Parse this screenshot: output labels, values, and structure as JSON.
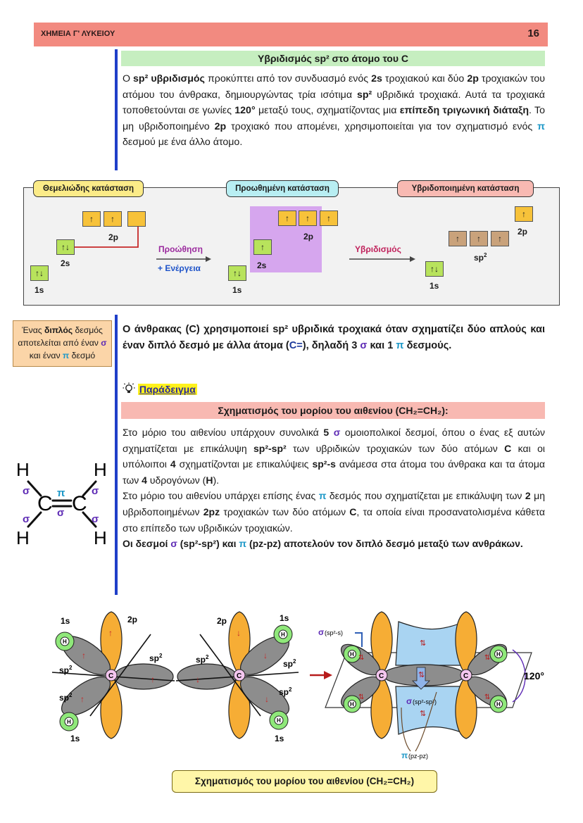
{
  "header": {
    "title": "ΧΗΜΕΙΑ Γ' ΛΥΚΕΙΟΥ",
    "page_number": "16"
  },
  "section": {
    "title": "Υβριδισμός sp² στο άτομο του C",
    "intro": [
      [
        "t",
        "Ο "
      ],
      [
        "b",
        "sp² υβριδισμός"
      ],
      [
        "t",
        " προκύπτει από τον συνδυασμό ενός "
      ],
      [
        "b",
        "2s"
      ],
      [
        "t",
        " τροχιακού και δύο "
      ],
      [
        "b",
        "2p"
      ],
      [
        "t",
        " τροχιακών του ατόμου του άνθρακα, δημιουργώντας τρία ισότιμα "
      ],
      [
        "b",
        "sp²"
      ],
      [
        "t",
        " υβριδικά τροχιακά. Αυτά τα τροχιακά τοποθετούνται σε γωνίες "
      ],
      [
        "b",
        "120°"
      ],
      [
        "t",
        " μεταξύ τους, σχηματίζοντας μια "
      ],
      [
        "b",
        "επίπεδη τριγωνική διάταξη"
      ],
      [
        "t",
        ". Το μη υβριδοποιημένο "
      ],
      [
        "b",
        "2p"
      ],
      [
        "t",
        " τροχιακό που απομένει, χρησιμοποιείται για τον σχηματισμό ενός "
      ],
      [
        "blue",
        "π"
      ],
      [
        "t",
        " δεσμού με ένα άλλο άτομο."
      ]
    ]
  },
  "orbital_diagram": {
    "ground_label": "Θεμελιώδης κατάσταση",
    "excited_label": "Προωθημένη κατάσταση",
    "hybrid_label": "Υβριδοποιημένη κατάσταση",
    "arrow1_top": "Προώθηση",
    "arrow1_bottom": "+ Ενέργεια",
    "arrow2_top": "Υβριδισμός",
    "up": "↑",
    "pair": "↑↓",
    "s1": "1s",
    "s2": "2s",
    "p2": "2p",
    "sp2": "sp",
    "sup2": "2",
    "colors": {
      "yellow": "#f7c23a",
      "green": "#b8e35c",
      "tan": "#c9a27b",
      "violet": "#d6a6ee"
    }
  },
  "sidenote": {
    "t1": "Ένας ",
    "b1": "διπλός",
    "t2": " δεσμός αποτελείται από έναν ",
    "sigma": "σ",
    "t3": " και έναν ",
    "pi": "π",
    "t4": " δεσμό"
  },
  "carbon_para": [
    [
      "b",
      "Ο άνθρακας (C) χρησιμοποιεί sp² υβριδικά τροχιακά όταν σχηματίζει δύο απλούς και έναν διπλό δεσμό με άλλα άτομα ("
    ],
    [
      "sym",
      "C="
    ],
    [
      "b",
      "), δηλαδή 3 "
    ],
    [
      "purp",
      "σ"
    ],
    [
      "b",
      " και 1 "
    ],
    [
      "blue",
      "π"
    ],
    [
      "b",
      " δεσμούς."
    ]
  ],
  "example": {
    "icon": "lightbulb-icon",
    "label": "Παράδειγμα"
  },
  "subsection_title": "Σχηματισμός του μορίου του αιθενίου (CH₂=CH₂):",
  "ethene_para": [
    [
      "t",
      "Στο μόριο του αιθενίου υπάρχουν συνολικά "
    ],
    [
      "b",
      "5 "
    ],
    [
      "purp",
      "σ"
    ],
    [
      "t",
      " ομοιοπολικοί δεσμοί, όπου ο ένας εξ αυτών σχηματίζεται με επικάλυψη "
    ],
    [
      "b",
      "sp²-sp²"
    ],
    [
      "t",
      " των υβριδικών τροχιακών των δύο ατόμων "
    ],
    [
      "b",
      "C"
    ],
    [
      "t",
      " και οι υπόλοιποι "
    ],
    [
      "b",
      "4"
    ],
    [
      "t",
      " σχηματίζονται με επικαλύψεις "
    ],
    [
      "b",
      "sp²-s"
    ],
    [
      "t",
      " ανάμεσα στα άτομα του άνθρακα και τα άτομα των "
    ],
    [
      "b",
      "4"
    ],
    [
      "t",
      " υδρογόνων ("
    ],
    [
      "b",
      "H"
    ],
    [
      "t",
      ")."
    ],
    [
      "br",
      ""
    ],
    [
      "t",
      "Στο μόριο του αιθενίου υπάρχει επίσης ένας "
    ],
    [
      "blue",
      "π"
    ],
    [
      "t",
      " δεσμός που σχηματίζεται με επικάλυψη των "
    ],
    [
      "b",
      "2"
    ],
    [
      "t",
      " μη υβριδοποιημένων "
    ],
    [
      "b",
      "2pz"
    ],
    [
      "t",
      " τροχιακών των δύο ατόμων "
    ],
    [
      "b",
      "C"
    ],
    [
      "t",
      ", τα οποία είναι προσανατολισμένα κάθετα στο επίπεδο των υβριδικών τροχιακών."
    ],
    [
      "br",
      ""
    ],
    [
      "b",
      "Οι δεσμοί "
    ],
    [
      "purp",
      "σ"
    ],
    [
      "b",
      " (sp²-sp²) και "
    ],
    [
      "blue",
      "π"
    ],
    [
      "b",
      " (pz-pz) αποτελούν τον διπλό δεσμό μεταξύ των ανθράκων."
    ]
  ],
  "structure": {
    "H": "H",
    "C": "C",
    "sigma": "σ",
    "pi": "π"
  },
  "bond_figure": {
    "s1": "1s",
    "p2": "2p",
    "sp": "sp",
    "sup2": "2",
    "H": "H",
    "C": "C",
    "sigma_sps": "σ",
    "sigma_sps_txt": "(sp²-s)",
    "sigma_spsp": "σ",
    "sigma_spsp_txt": "(sp²-sp²)",
    "pi": "π",
    "pi_txt": "(pz-pz)",
    "angle": "120°",
    "up": "↑",
    "down": "↓",
    "pair": "⇅",
    "colors": {
      "orange": "#f6ad35",
      "grey": "#8d8d8d",
      "blue": "#a9d4f2",
      "carbon": "#f4c6ef",
      "hydrogen": "#8fe87a"
    }
  },
  "caption": "Σχηματισμός του μορίου του αιθενίου (CH₂=CH₂)"
}
